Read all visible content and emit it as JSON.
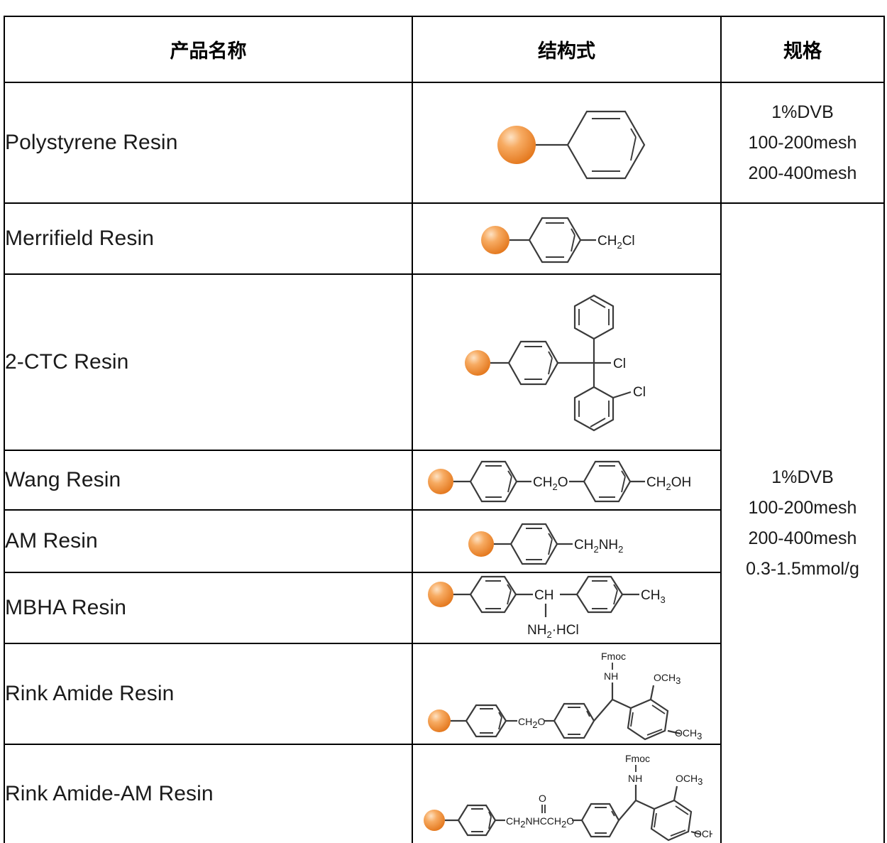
{
  "table": {
    "headers": {
      "product_name": "产品名称",
      "structure": "结构式",
      "specification": "规格"
    },
    "rows": [
      {
        "name": "Polystyrene Resin",
        "structure_id": "polystyrene-structure"
      },
      {
        "name": "Merrifield Resin",
        "structure_id": "merrifield-structure"
      },
      {
        "name": "2-CTC Resin",
        "structure_id": "2-ctc-structure"
      },
      {
        "name": "Wang Resin",
        "structure_id": "wang-structure"
      },
      {
        "name": "AM Resin",
        "structure_id": "am-structure"
      },
      {
        "name": "MBHA Resin",
        "structure_id": "mbha-structure"
      },
      {
        "name": "Rink Amide Resin",
        "structure_id": "rink-amide-structure"
      },
      {
        "name": "Rink Amide-AM Resin",
        "structure_id": "rink-amide-am-structure"
      }
    ],
    "specs": [
      {
        "lines": [
          "1%DVB",
          "100-200mesh",
          "200-400mesh"
        ]
      },
      {
        "lines": [
          "1%DVB",
          "100-200mesh",
          "200-400mesh",
          "0.3-1.5mmol/g"
        ]
      }
    ]
  },
  "structure_labels": {
    "merrifield": {
      "ch2cl": "CH",
      "ch2cl_sub": "2",
      "ch2cl_tail": "Cl"
    },
    "ctc": {
      "cl_top": "Cl",
      "cl_bottom": "Cl"
    },
    "wang": {
      "ch2o": "CH",
      "ch2o_sub": "2",
      "ch2o_tail": "O",
      "ch2oh": "CH",
      "ch2oh_sub": "2",
      "ch2oh_tail": "OH"
    },
    "am": {
      "ch2nh2": "CH",
      "sub2a": "2",
      "nh": "NH",
      "sub2b": "2"
    },
    "mbha": {
      "ch": "CH",
      "nh2hcl": "NH",
      "nh2_sub": "2",
      "hcl": "·HCl",
      "ch3": "CH",
      "ch3_sub": "3"
    },
    "rink": {
      "fmoc": "Fmoc",
      "nh": "NH",
      "och3": "OCH",
      "och3_sub": "3",
      "ch2o": "CH",
      "ch2o_sub": "2",
      "ch2o_tail": "O"
    },
    "rink_am": {
      "fmoc": "Fmoc",
      "nh": "NH",
      "och3": "OCH",
      "och3_sub": "3",
      "chain": "CH",
      "chain_sub": "2",
      "chain_tail": "NHCCH",
      "chain_sub2": "2",
      "chain_tail2": "O",
      "o_double": "O"
    }
  },
  "colors": {
    "bead_highlight": "#fdd2a8",
    "bead_mid": "#f4983f",
    "bead_edge": "#e2781f",
    "bond": "#3a3a3a",
    "border": "#000000",
    "text": "#1a1a1a"
  }
}
